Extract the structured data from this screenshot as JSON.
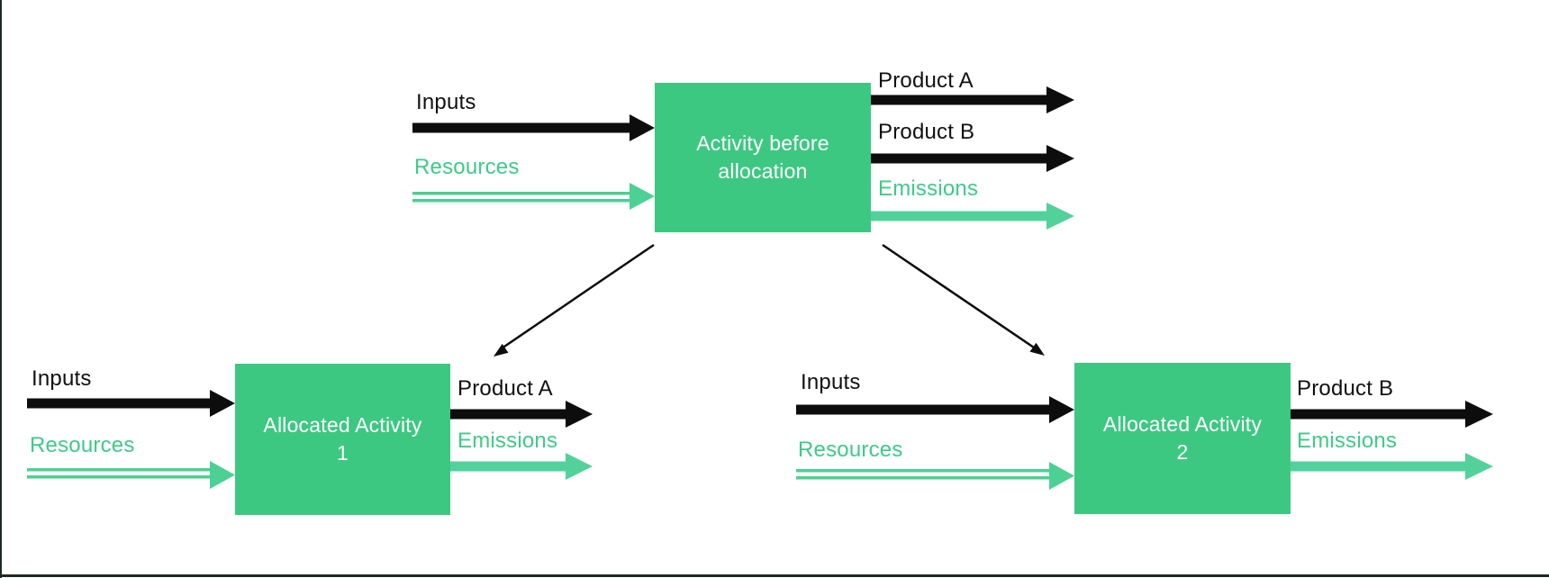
{
  "colors": {
    "box_green": "#3DC882",
    "label_green": "#3FCA88",
    "emission_arrow_green": "#52D29A",
    "resource_arrow_green": "#4CD093",
    "flow_black": "#0D0D0D",
    "label_black": "#111111",
    "box_text": "#FFFFFF",
    "frame_border": "#1E2A22",
    "background": "#FFFFFF"
  },
  "nodes": {
    "before": {
      "title_line1": "Activity before",
      "title_line2": "allocation",
      "inputs": [
        {
          "label": "Inputs"
        },
        {
          "label": "Resources"
        }
      ],
      "outputs": [
        {
          "label": "Product A"
        },
        {
          "label": "Product B"
        },
        {
          "label": "Emissions"
        }
      ]
    },
    "alloc1": {
      "title_line1": "Allocated Activity",
      "title_line2": "1",
      "inputs": [
        {
          "label": "Inputs"
        },
        {
          "label": "Resources"
        }
      ],
      "outputs": [
        {
          "label": "Product A"
        },
        {
          "label": "Emissions"
        }
      ]
    },
    "alloc2": {
      "title_line1": "Allocated Activity",
      "title_line2": "2",
      "inputs": [
        {
          "label": "Inputs"
        },
        {
          "label": "Resources"
        }
      ],
      "outputs": [
        {
          "label": "Product B"
        },
        {
          "label": "Emissions"
        }
      ]
    }
  }
}
